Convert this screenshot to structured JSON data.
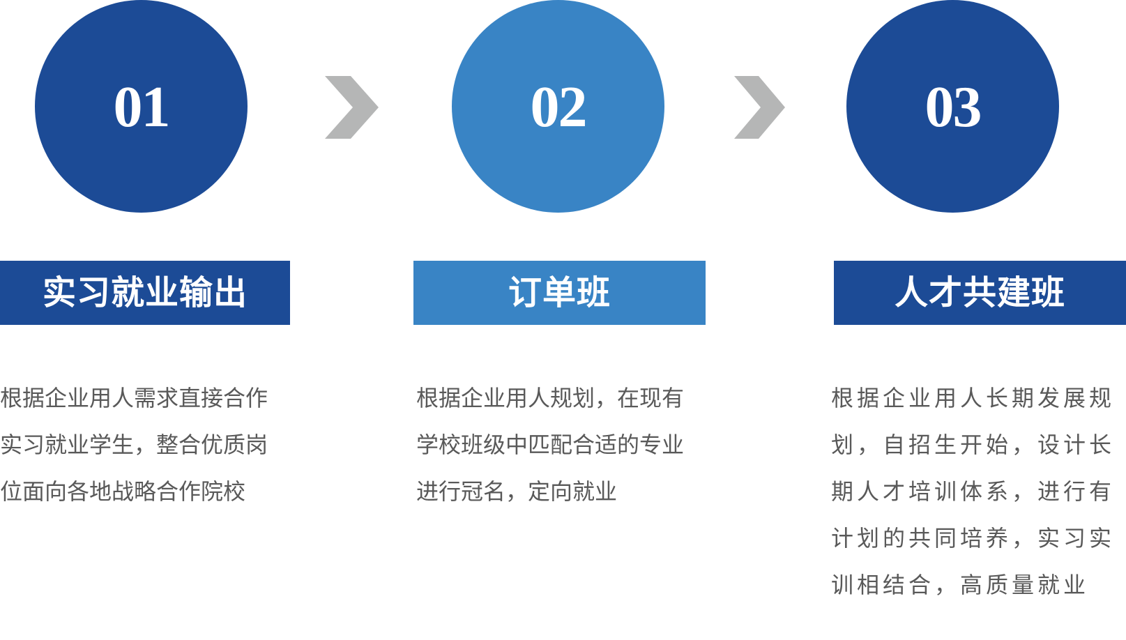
{
  "colors": {
    "dark_blue": "#1c4b96",
    "light_blue": "#3984c5",
    "chevron_gray": "#b5b6b6",
    "text_gray": "#595959",
    "white": "#ffffff"
  },
  "steps": [
    {
      "number": "01",
      "title": "实习就业输出",
      "color": "#1c4b96",
      "description_lines": [
        "根据企业用人需求直接合作",
        "实习就业学生，整合优质岗",
        "位面向各地战略合作院校"
      ]
    },
    {
      "number": "02",
      "title": "订单班",
      "color": "#3984c5",
      "description_lines": [
        "根据企业用人规划，在现有",
        "学校班级中匹配合适的专业",
        "进行冠名，定向就业"
      ]
    },
    {
      "number": "03",
      "title": "人才共建班",
      "color": "#1c4b96",
      "description_lines": [
        "根据企业用人长期发展规",
        "划，自招生开始，设计长",
        "期人才培训体系，进行有",
        "计划的共同培养，实习实",
        "训相结合，高质量就业"
      ]
    }
  ],
  "connectors": [
    {
      "icon": "chevron-right-icon",
      "from": "01",
      "to": "02"
    },
    {
      "icon": "chevron-right-icon",
      "from": "02",
      "to": "03"
    }
  ]
}
